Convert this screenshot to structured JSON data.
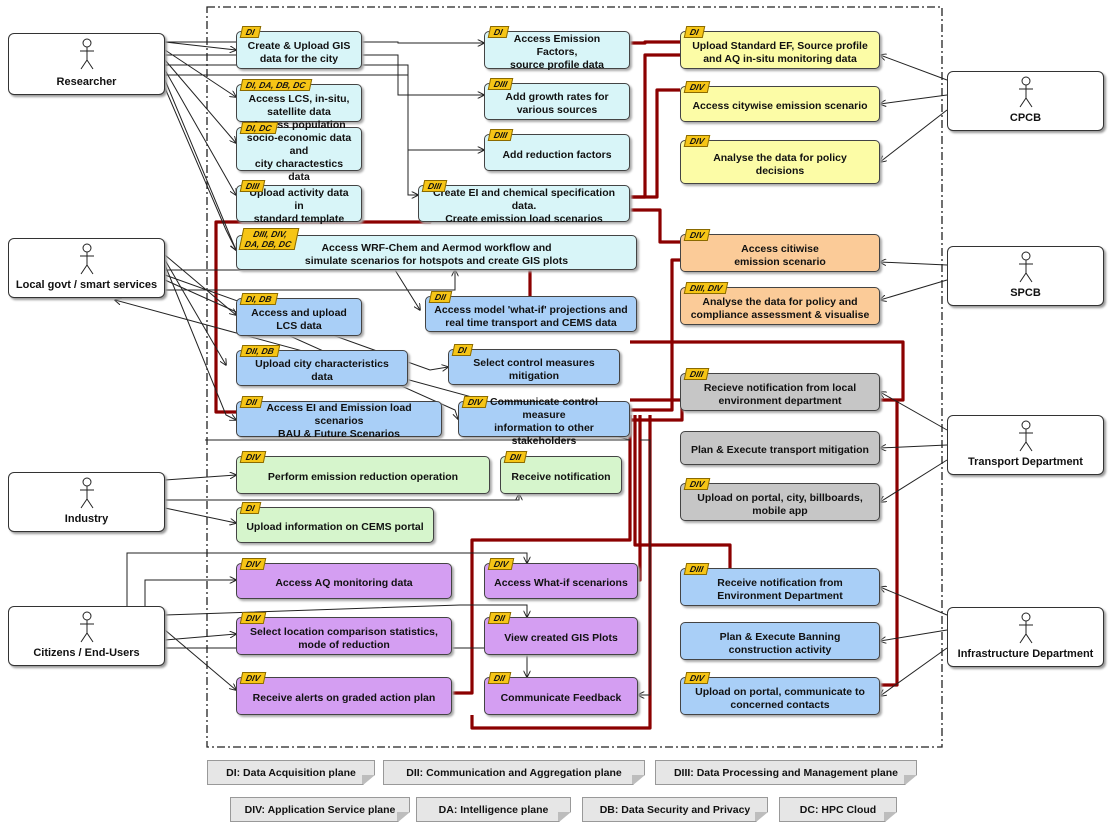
{
  "actors": [
    {
      "id": "researcher",
      "name": "Researcher"
    },
    {
      "id": "localgovt",
      "name": "Local govt / smart services"
    },
    {
      "id": "industry",
      "name": "Industry"
    },
    {
      "id": "citizens",
      "name": "Citizens / End-Users"
    },
    {
      "id": "cpcb",
      "name": "CPCB"
    },
    {
      "id": "spcb",
      "name": "SPCB"
    },
    {
      "id": "transport",
      "name": "Transport Department"
    },
    {
      "id": "infra",
      "name": "Infrastructure Department"
    }
  ],
  "use_cases": [
    {
      "id": "u1",
      "tag": "DI",
      "text": "Create & Upload GIS\ndata for the city",
      "color": "cyan"
    },
    {
      "id": "u2",
      "tag": "DI, DA, DB, DC",
      "text": "Access LCS, in-situ,\nsatellite data",
      "color": "cyan"
    },
    {
      "id": "u3",
      "tag": "DI, DC",
      "text": "Access population\nsocio-economic data and\ncity charactestics data",
      "color": "cyan"
    },
    {
      "id": "u4",
      "tag": "DIII",
      "text": "Upload activity data in\nstandard template",
      "color": "cyan"
    },
    {
      "id": "u5",
      "tag": "DI",
      "text": "Access Emission Factors,\nsource profile data",
      "color": "cyan"
    },
    {
      "id": "u6",
      "tag": "DIII",
      "text": "Add growth rates for\nvarious sources",
      "color": "cyan"
    },
    {
      "id": "u7",
      "tag": "DIII",
      "text": "Add reduction factors",
      "color": "cyan"
    },
    {
      "id": "u8",
      "tag": "DIII",
      "text": "Create EI and chemical specification data.\nCreate emission load scenarios",
      "color": "cyan"
    },
    {
      "id": "u9",
      "tag": "DIII, DIV,\nDA, DB, DC",
      "text": "Access WRF-Chem and Aermod workflow and\nsimulate scenarios for hotspots and create GIS plots",
      "color": "cyan"
    },
    {
      "id": "u10",
      "tag": "DI, DB",
      "text": "Access and upload\nLCS data",
      "color": "blue"
    },
    {
      "id": "u11",
      "tag": "DII, DB",
      "text": "Upload city characteristics data",
      "color": "blue"
    },
    {
      "id": "u12",
      "tag": "DII",
      "text": "Access EI and Emission load scenarios\nBAU & Future Scenarios",
      "color": "blue"
    },
    {
      "id": "u13",
      "tag": "DII",
      "text": "Access model 'what-if' projections and\nreal time transport and CEMS data",
      "color": "blue"
    },
    {
      "id": "u14",
      "tag": "DI",
      "text": "Select control measures\nmitigation",
      "color": "blue"
    },
    {
      "id": "u15",
      "tag": "DIV",
      "text": "Communicate control measure\ninformation to other stakeholders",
      "color": "blue"
    },
    {
      "id": "u16",
      "tag": "DIV",
      "text": "Perform emission reduction operation",
      "color": "green"
    },
    {
      "id": "u17",
      "tag": "DII",
      "text": "Receive notification",
      "color": "green"
    },
    {
      "id": "u18",
      "tag": "DI",
      "text": "Upload information on CEMS portal",
      "color": "green"
    },
    {
      "id": "u19",
      "tag": "DIV",
      "text": "Access AQ monitoring data",
      "color": "purple"
    },
    {
      "id": "u20",
      "tag": "DIV",
      "text": "Access What-if scenarions",
      "color": "purple"
    },
    {
      "id": "u21",
      "tag": "DIV",
      "text": "Select location comparison statistics,\nmode of reduction",
      "color": "purple"
    },
    {
      "id": "u22",
      "tag": "DII",
      "text": "View created GIS Plots",
      "color": "purple"
    },
    {
      "id": "u23",
      "tag": "DIV",
      "text": "Receive alerts on graded action plan",
      "color": "purple"
    },
    {
      "id": "u24",
      "tag": "DII",
      "text": "Communicate Feedback",
      "color": "purple"
    },
    {
      "id": "u25",
      "tag": "DI",
      "text": "Upload Standard EF, Source profile\nand AQ in-situ monitoring data",
      "color": "yellow"
    },
    {
      "id": "u26",
      "tag": "DIV",
      "text": "Access citywise emission scenario",
      "color": "yellow"
    },
    {
      "id": "u27",
      "tag": "DIV",
      "text": "Analyse the data for policy decisions",
      "color": "yellow"
    },
    {
      "id": "u28",
      "tag": "DIV",
      "text": "Access citiwise\nemission scenario",
      "color": "orange"
    },
    {
      "id": "u29",
      "tag": "DIII, DIV",
      "text": "Analyse the data for policy and\ncompliance assessment & visualise",
      "color": "orange"
    },
    {
      "id": "u30",
      "tag": "DIII",
      "text": "Recieve notification from local\nenvironment department",
      "color": "grey"
    },
    {
      "id": "u31",
      "tag": "",
      "text": "Plan & Execute transport mitigation",
      "color": "grey"
    },
    {
      "id": "u32",
      "tag": "DIV",
      "text": "Upload on portal, city, billboards,\nmobile app",
      "color": "grey"
    },
    {
      "id": "u33",
      "tag": "DIII",
      "text": "Receive notification from\nEnvironment Department",
      "color": "blue"
    },
    {
      "id": "u34",
      "tag": "",
      "text": "Plan & Execute Banning\nconstruction activity",
      "color": "blue"
    },
    {
      "id": "u35",
      "tag": "DIV",
      "text": "Upload on portal, communicate to\nconcerned contacts",
      "color": "blue"
    }
  ],
  "legend": [
    "DI: Data Acquisition plane",
    "DII: Communication and Aggregation plane",
    "DIII: Data Processing and Management plane",
    "DIV: Application Service plane",
    "DA: Intelligence plane",
    "DB: Data Security and Privacy",
    "DC: HPC Cloud"
  ],
  "colors": {
    "cyan": "#d8f5f8",
    "blue": "#a9cff7",
    "green": "#d6f5cc",
    "purple": "#d49ef2",
    "yellow": "#fcfca6",
    "orange": "#fbcb98",
    "grey": "#c6c6c6",
    "flow": "#8b0000",
    "tag": "#f6c516"
  }
}
